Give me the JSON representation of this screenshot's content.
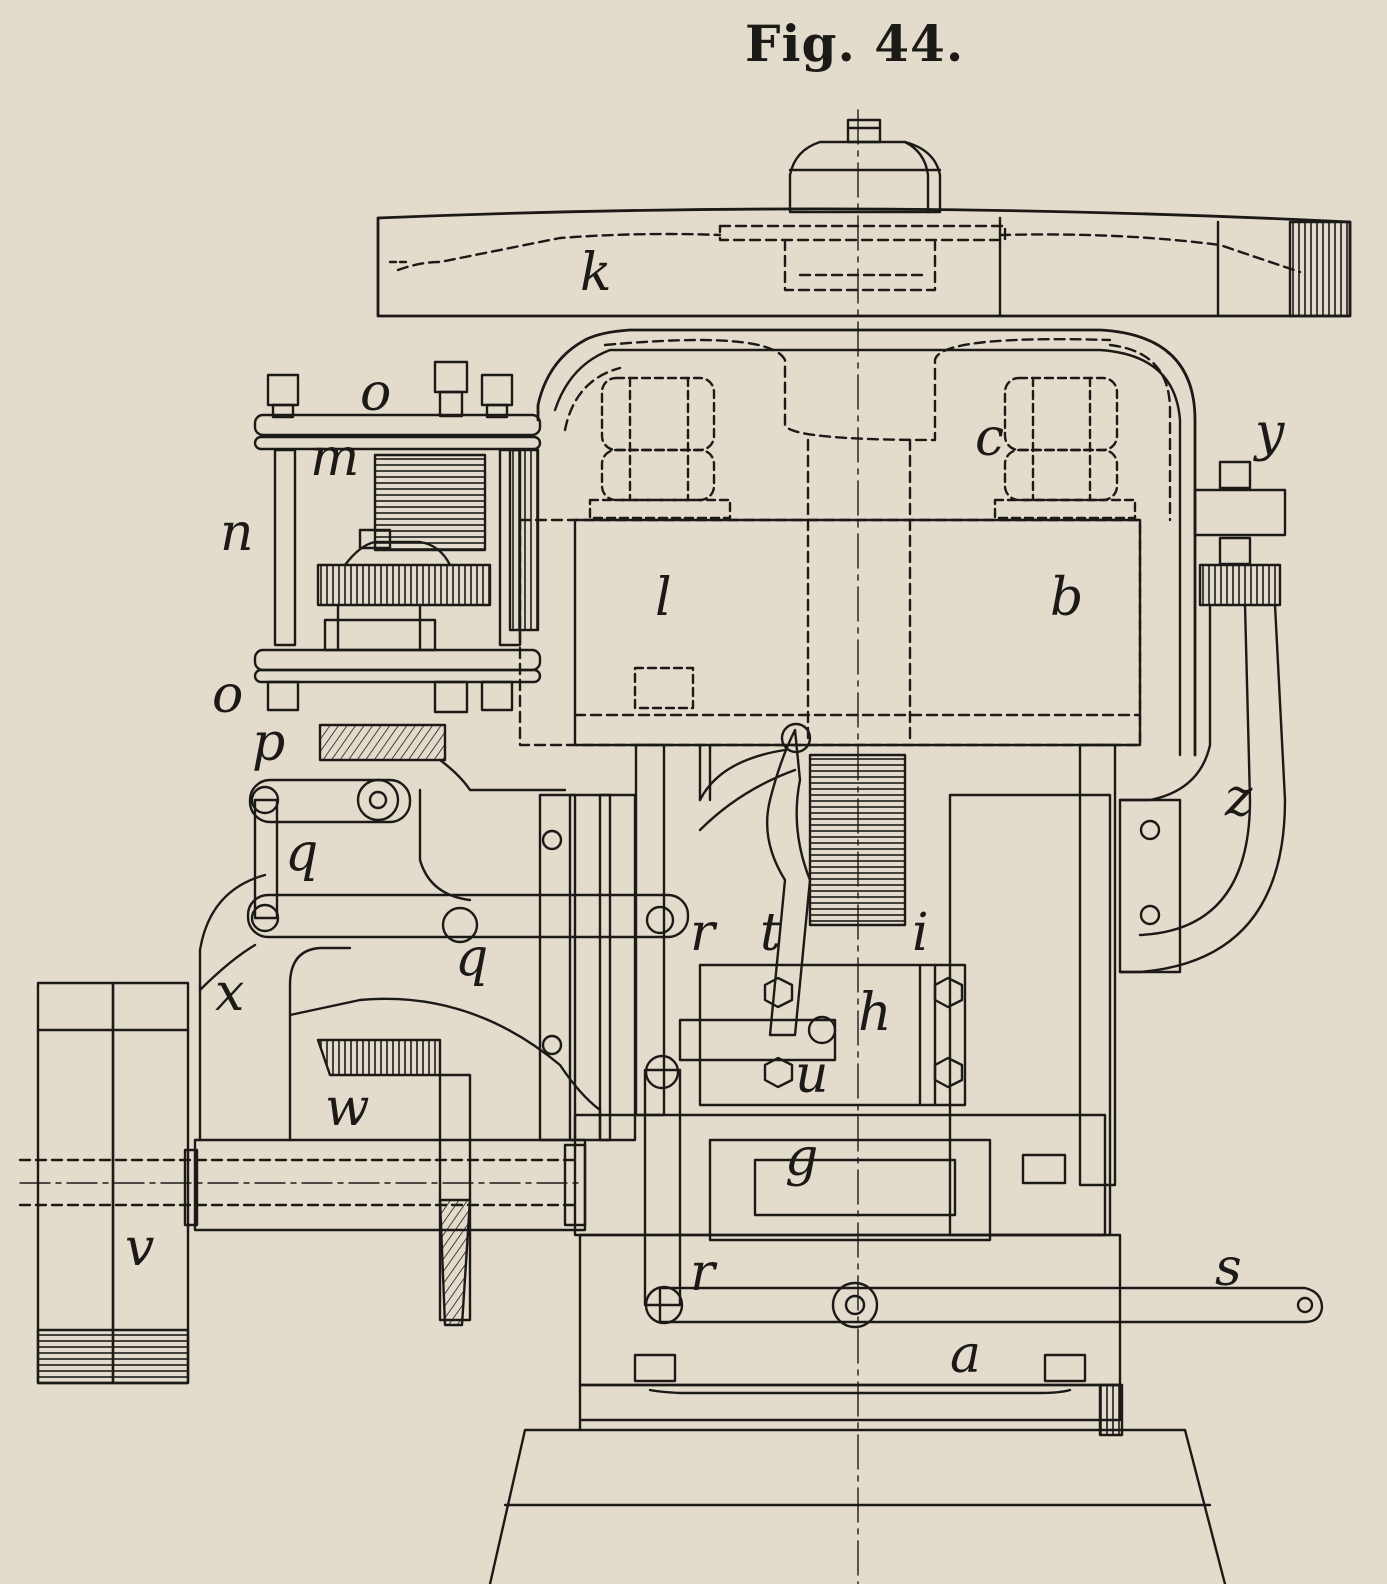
{
  "figure": {
    "caption": "Fig. 44."
  },
  "labels": {
    "k": "k",
    "o_top": "o",
    "m": "m",
    "n": "n",
    "c": "c",
    "y": "y",
    "l": "l",
    "b": "b",
    "o_bottom": "o",
    "p": "p",
    "q_upper": "q",
    "z": "z",
    "x": "x",
    "q_lower": "q",
    "r": "r",
    "t": "t",
    "i": "i",
    "h": "h",
    "w": "w",
    "u": "u",
    "g": "g",
    "v": "v",
    "r_lever": "r",
    "s": "s",
    "a": "a"
  },
  "colors": {
    "paper": "#e3dccd",
    "ink": "#1c1a17"
  }
}
